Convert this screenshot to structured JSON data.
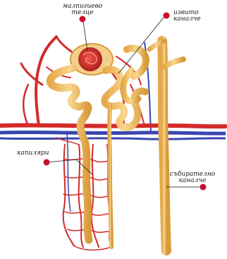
{
  "labels": {
    "glomerulus": "малпигиево\nтелце",
    "tubule": "извито\nканалче",
    "capillaries": "капиляри",
    "collecting_duct": "събирателно\nканалче"
  },
  "colors": {
    "artery": "#d42a2a",
    "vein": "#3a46b0",
    "tubule": "#f2c46a",
    "tubule_shade": "#d79b3a",
    "pointer_dot": "#c8102e"
  },
  "icons": [
    "pointer-dot-icon"
  ]
}
